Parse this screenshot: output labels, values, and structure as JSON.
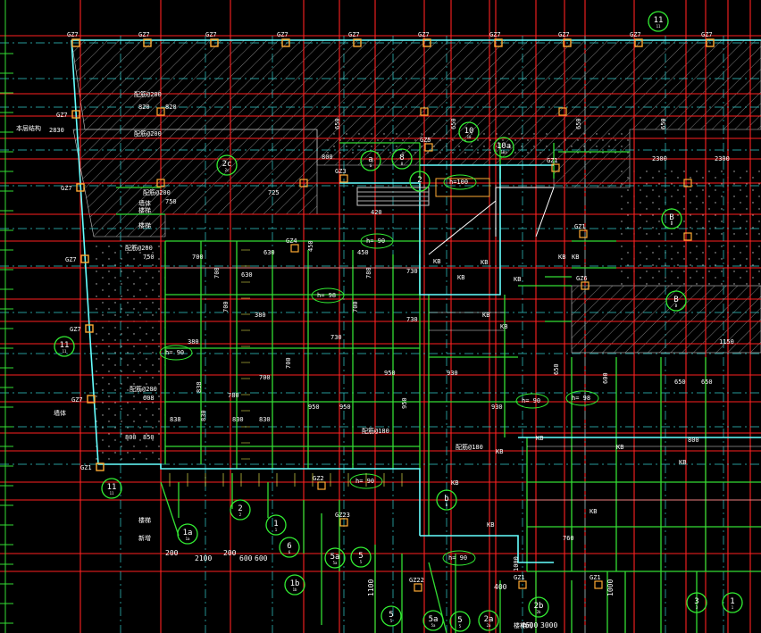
{
  "colors": {
    "background": "#000000",
    "axis_red": "#ff2020",
    "wall_green": "#33dd33",
    "grid_cyan": "#33cccc",
    "hatch_white": "#cccccc",
    "column_orange": "#ffaa33",
    "dim_yellow": "#ffff55",
    "bubble_green": "#33ee33",
    "wall_cyan": "#66ffff"
  },
  "columns_top": [
    "GZ7",
    "GZ7",
    "GZ7",
    "GZ7",
    "GZ7",
    "GZ7",
    "GZ7",
    "GZ7",
    "GZ7",
    "GZ7"
  ],
  "columns_left": [
    "GZ7",
    "GZ7",
    "GZ7",
    "GZ7",
    "GZ7",
    "GZ1"
  ],
  "column_misc": [
    "GZ1",
    "GZ2",
    "GZ3",
    "GZ4",
    "GZ5",
    "GZ6",
    "GZ1",
    "GZ22",
    "GZ23",
    "GZ1",
    "GZ1"
  ],
  "beam_marks": [
    "820",
    "820",
    "650",
    "650",
    "650",
    "650",
    "2830",
    "800",
    "2300",
    "2300",
    "725",
    "750",
    "750",
    "608",
    "838",
    "850",
    "800"
  ],
  "slab_marks": [
    "h= 90",
    "h= 98",
    "h= 90",
    "h= 90",
    "h= 98",
    "h= 90",
    "h= 90",
    "h=100"
  ],
  "room_dims": [
    "700",
    "700",
    "630",
    "630",
    "700",
    "730",
    "730",
    "780",
    "950",
    "950",
    "950",
    "930",
    "930",
    "830",
    "830",
    "830",
    "838",
    "700",
    "780",
    "650",
    "650",
    "650",
    "600",
    "1150",
    "950",
    "700",
    "800",
    "760",
    "1000",
    "380",
    "380",
    "450",
    "450",
    "420",
    "700",
    "730"
  ],
  "kb_marks": [
    "KB",
    "KB",
    "KB",
    "KB",
    "KB",
    "KB",
    "KB",
    "KB",
    "KB",
    "KB",
    "KB",
    "KB",
    "KB",
    "KB",
    "KB"
  ],
  "notes": [
    "配筋@200",
    "配筋@200",
    "配筋@200",
    "配筋@200",
    "配筋@180",
    "配筋@180",
    "配筋@200"
  ],
  "axis_bubbles": [
    "11",
    "11",
    "11",
    "2c",
    "2",
    "1a",
    "1",
    "6",
    "5a",
    "5",
    "5",
    "5a",
    "5",
    "2a",
    "2b",
    "3",
    "1",
    "B",
    "B",
    "b",
    "10",
    "10a",
    "8",
    "a",
    "2",
    "1b"
  ],
  "dims_bottom": [
    "200",
    "2100",
    "200",
    "600",
    "600",
    "400",
    "1000",
    "1100",
    "4600",
    "3000"
  ],
  "misc_text": [
    "本层结构",
    "楼梯",
    "楼梯",
    "楼梯",
    "楼梯间",
    "新增",
    "墙体",
    "墙体"
  ]
}
